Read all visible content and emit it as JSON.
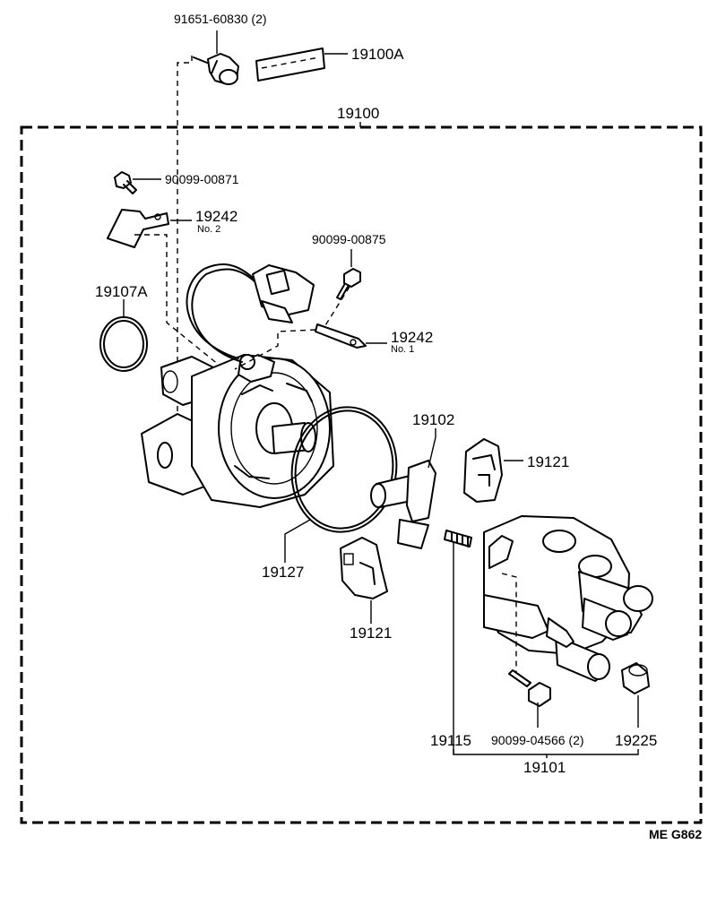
{
  "labels": {
    "screw_top": "91651-60830 (2)",
    "label_tape": "19100A",
    "assembly": "19100",
    "bolt_upper": "90099-00871",
    "bracket_no2": "19242",
    "bracket_no2_sub": "No. 2",
    "oring": "19107A",
    "bolt_mid": "90099-00875",
    "bracket_no1": "19242",
    "bracket_no1_sub": "No. 1",
    "rotor": "19102",
    "cover_right": "19121",
    "gasket": "19127",
    "cover_bottom": "19121",
    "stud": "19115",
    "cap_screw": "90099-04566 (2)",
    "boot": "19225",
    "cap_assembly": "19101",
    "figure_code": "ME  G862"
  }
}
